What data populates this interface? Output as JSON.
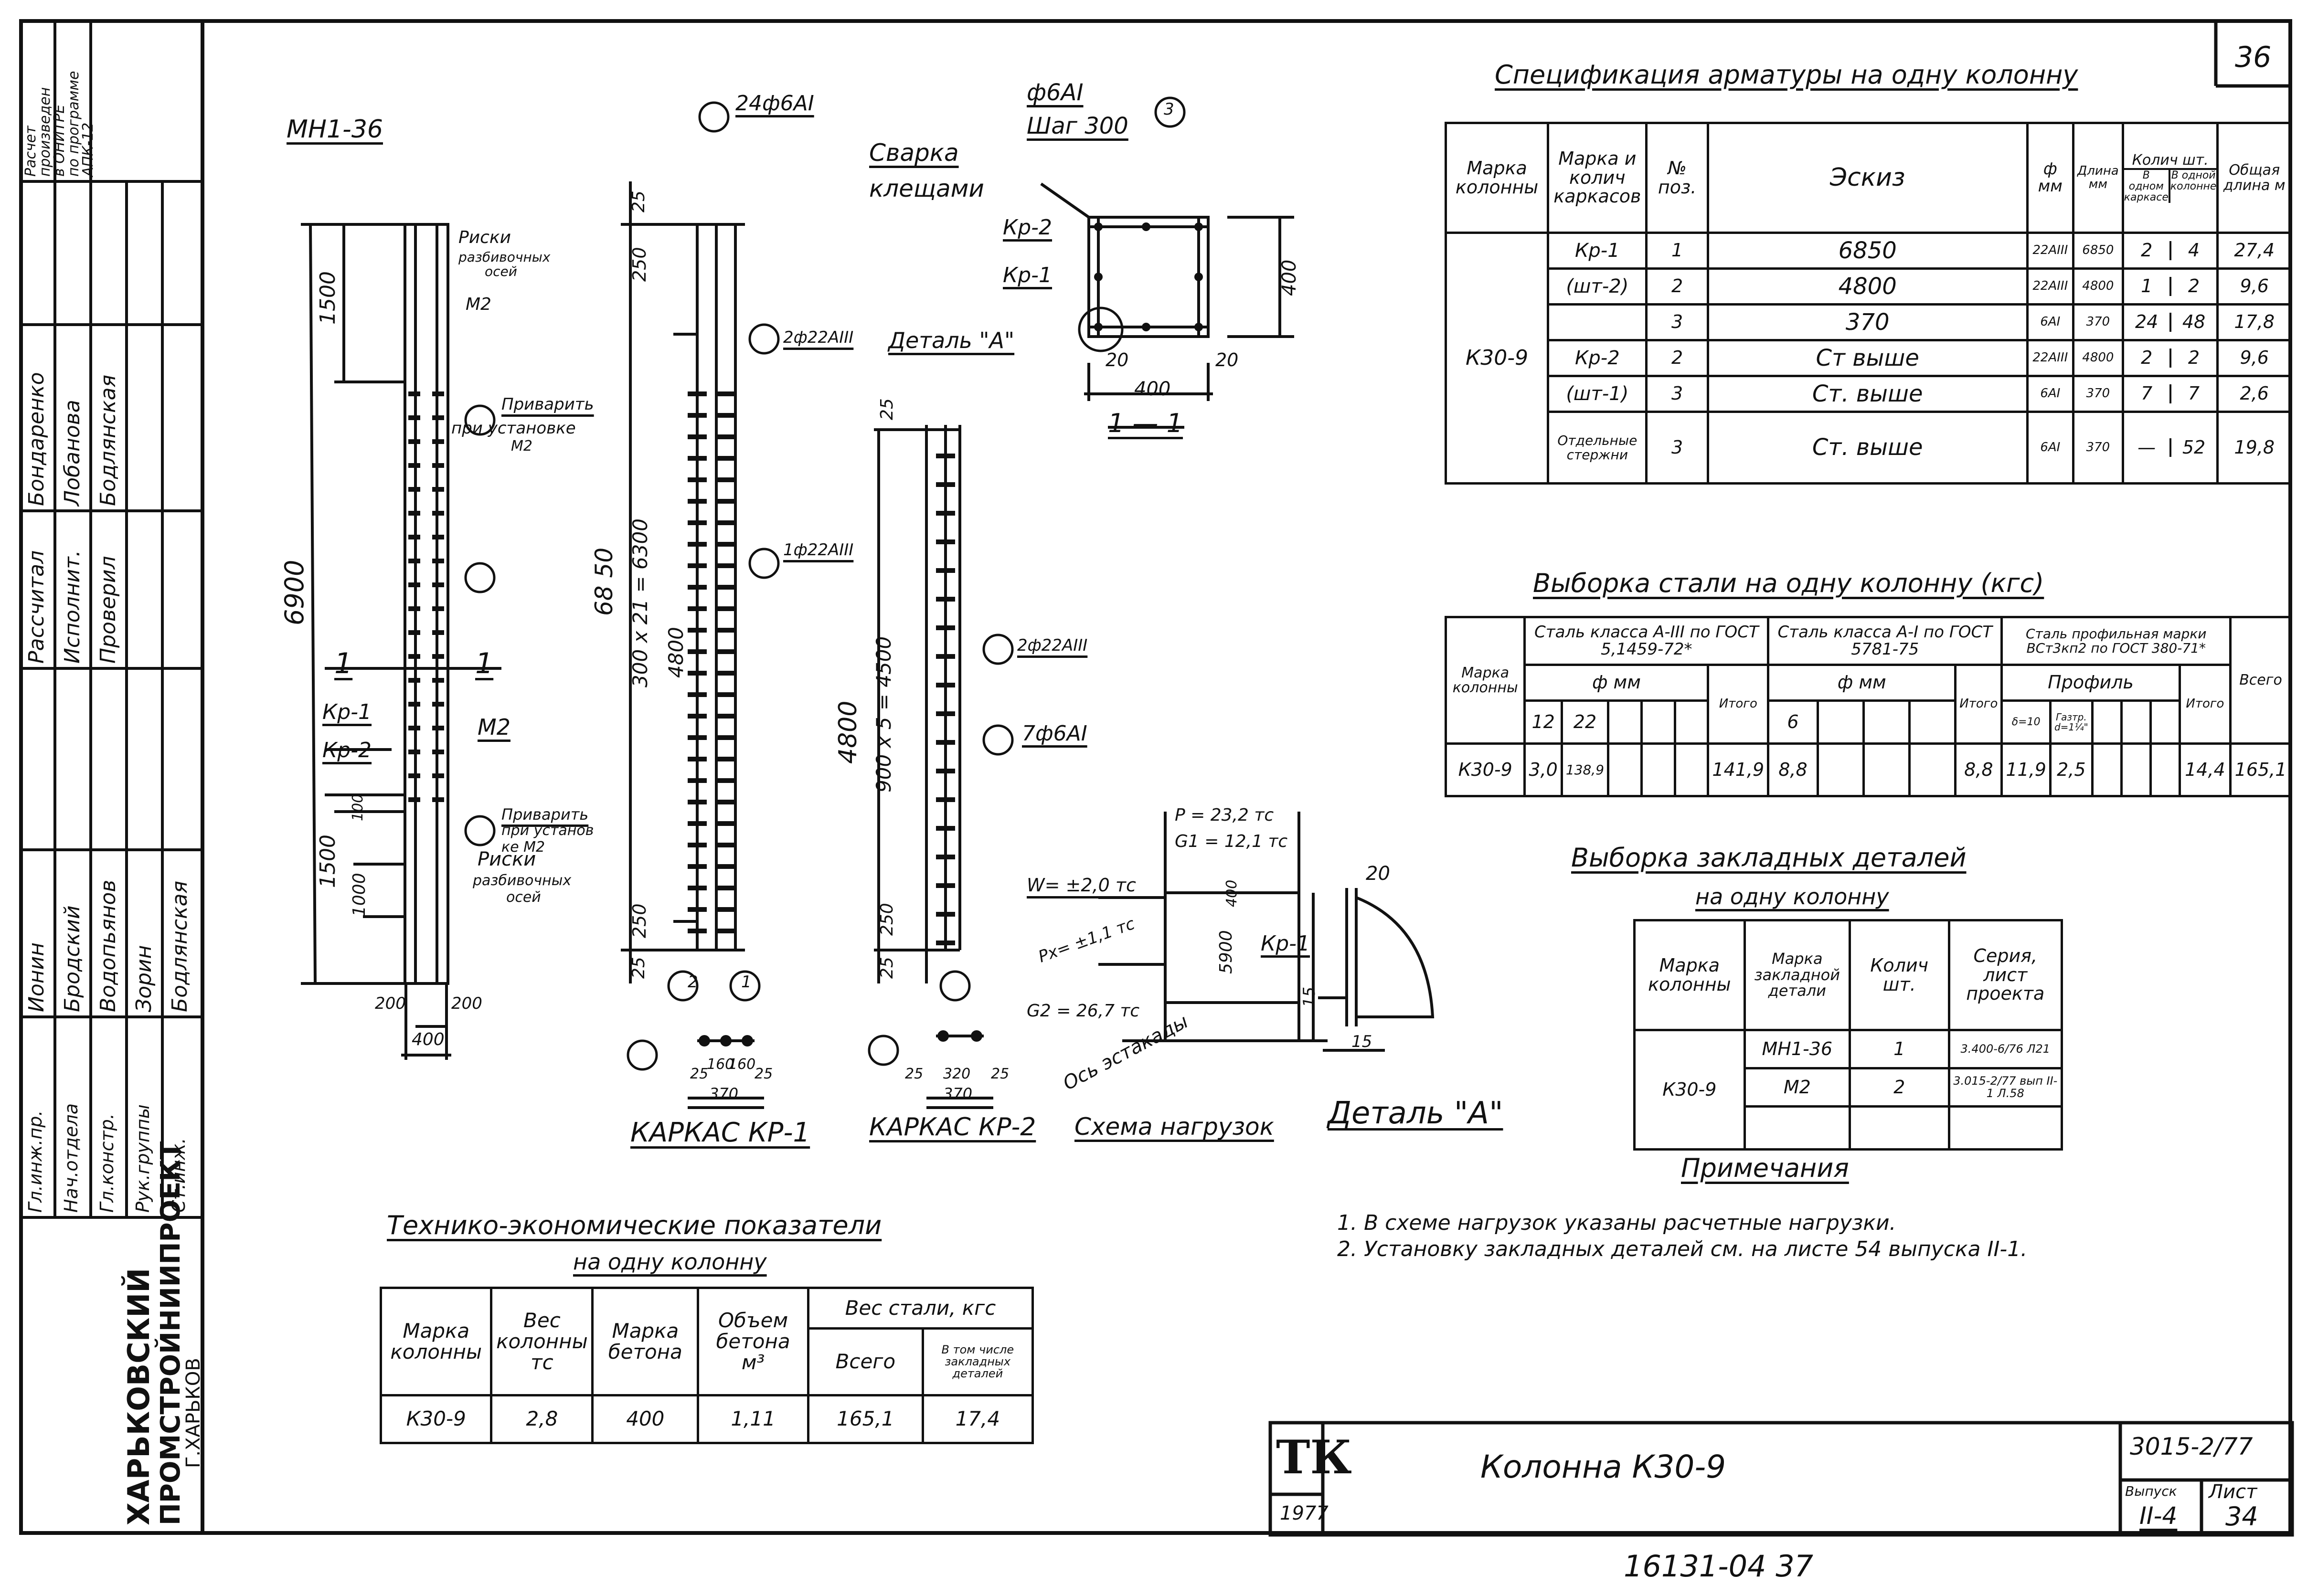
{
  "sheet": {
    "sheet_no_top": "36",
    "bottom_number": "16131-04   37"
  },
  "sidebar": {
    "org_line1": "ХАРЬКОВСКИЙ",
    "org_line2": "ПРОМСТРОЙНИИПРОЕКТ",
    "org_line3": "Г.ХАРЬКОВ",
    "roles": [
      "Гл.инж.пр.",
      "Нач.отдела",
      "Гл.констр.",
      "Рук.группы",
      "Ст.инж."
    ],
    "names_group1": [
      "Ионин",
      "Бродский",
      "Водопьянов",
      "Зорин",
      "Бодлянская"
    ],
    "labels2": [
      "Рассчитал",
      "Исполнит.",
      "Проверил"
    ],
    "names_group2": [
      "Бондаренко",
      "Лобанова",
      "Бодлянская"
    ],
    "calc_note": [
      "Расчет",
      "произведен",
      "в ОНИТРЕ",
      "по программе",
      "АПК-12"
    ]
  },
  "drawing": {
    "col_mark": "МН1-36",
    "col_height": "6900",
    "dim_1500_top": "1500",
    "dim_1500_bot": "1500",
    "dim_1000": "1000",
    "dim_100": "100",
    "dim_200_l": "200",
    "dim_200_r": "200",
    "dim_400_bottom": "400",
    "riski_top": "Риски",
    "riski_top2": "разбивочных",
    "riski_top3": "осей",
    "m2_top": "М2",
    "privar1": "Приварить",
    "privar1b": "при установке",
    "privar1c": "М2",
    "kr1": "Кр-1",
    "kr2": "Кр-2",
    "sec1": "1",
    "sec1b": "1",
    "m2_mid": "М2",
    "privar2": "Приварить",
    "privar2b": "при установ",
    "privar2c": "ке М2",
    "riski_bot": "Риски",
    "riski_bot2": "разбивочных",
    "riski_bot3": "осей",
    "frame_6850": "68 50",
    "frame_300x21": "300 x 21 = 6300",
    "frame_4800": "4800",
    "frame_250a": "250",
    "frame_250b": "250",
    "frame_25a": "25",
    "frame_25b": "25",
    "callout_3_top": "24ф6АI",
    "callout_1": "2ф22АIII",
    "callout_2": "1ф22АIII",
    "kr1_title": "КАРКАС КР-1",
    "kr2_title": "КАРКАС КР-2",
    "kr2_4800": "4800",
    "kr2_900x5": "900 x 5 = 4500",
    "kr2_25": "25",
    "kr2_250": "250",
    "kr2_25b": "25",
    "kr2_callout2": "2ф22АIII",
    "kr2_callout3": "7ф6АI",
    "sec_kr1_dims": [
      "25",
      "160",
      "160",
      "25",
      "370"
    ],
    "sec_kr2_dims": [
      "25",
      "320",
      "25",
      "370"
    ],
    "stirrup1": "ф6АI",
    "stirrup2": "Шаг 300",
    "svarka1": "Сварка",
    "svarka2": "клещами",
    "sec_kr2": "Кр-2",
    "sec_kr1": "Кр-1",
    "detail_a": "Деталь \"А\"",
    "sec_400h": "400",
    "sec_20a": "20",
    "sec_20b": "20",
    "sec_400w": "400",
    "sec_title": "1 — 1",
    "load_title": "Схема нагрузок",
    "load_p": "P = 23,2 тс",
    "load_g1": "G1 = 12,1 тс",
    "load_w": "W= ±2,0 тс",
    "load_px": "Px= ±1,1 тс",
    "load_g2": "G2 = 26,7 тс",
    "load_5900": "5900",
    "load_400": "400",
    "load_axis": "Ось эстакады",
    "detail_title": "Деталь \"А\"",
    "detail_20": "20",
    "detail_15a": "15",
    "detail_15b": "15",
    "detail_kr1": "Кр-1"
  },
  "spec": {
    "title": "Спецификация арматуры    на одну колонну",
    "headers": [
      "Марка колонны",
      "Марка и колич каркасов",
      "№ поз.",
      "Эскиз",
      "ф мм",
      "Длина мм",
      "В одном каркасе",
      "В одной колонне",
      "Общая длина м"
    ],
    "head_kol": "Колич шт.",
    "col_mark": "К30-9",
    "rows": [
      {
        "kark": "Кр-1",
        "poz": "1",
        "sketch": "6850",
        "d": "22АIII",
        "len": "6850",
        "n1": "2",
        "n2": "4",
        "total": "27,4"
      },
      {
        "kark": "(шт-2)",
        "poz": "2",
        "sketch": "4800",
        "d": "22АIII",
        "len": "4800",
        "n1": "1",
        "n2": "2",
        "total": "9,6"
      },
      {
        "kark": "",
        "poz": "3",
        "sketch": "370",
        "d": "6АI",
        "len": "370",
        "n1": "24",
        "n2": "48",
        "total": "17,8"
      },
      {
        "kark": "Кр-2",
        "poz": "2",
        "sketch": "Ст выше",
        "d": "22АIII",
        "len": "4800",
        "n1": "2",
        "n2": "2",
        "total": "9,6"
      },
      {
        "kark": "(шт-1)",
        "poz": "3",
        "sketch": "Ст. выше",
        "d": "6АI",
        "len": "370",
        "n1": "7",
        "n2": "7",
        "total": "2,6"
      },
      {
        "kark": "Отдельные стержни",
        "poz": "3",
        "sketch": "Ст. выше",
        "d": "6АI",
        "len": "370",
        "n1": "—",
        "n2": "52",
        "total": "19,8"
      }
    ]
  },
  "steel": {
    "title": "Выборка стали на одну       колонну (кгс)",
    "h_mark": "Марка колонны",
    "h_a3": "Сталь класса А-III по ГОСТ 5,1459-72*",
    "h_a1": "Сталь класса А-I по ГОСТ 5781-75",
    "h_prof": "Сталь профильная марки ВСт3кп2 по ГОСТ 380-71*",
    "h_fmm1": "ф мм",
    "h_fmm2": "ф мм",
    "h_prof2": "Профиль",
    "h_itogo1": "Итого",
    "h_itogo2": "Итого",
    "h_itogo3": "Итого",
    "h_vsego": "Всего",
    "d12": "12",
    "d22": "22",
    "d6": "6",
    "p1": "δ=10",
    "p2": "Газтр. d=1¼\"",
    "row": {
      "mark": "К30-9",
      "v12": "3,0",
      "v22": "138,9",
      "it1": "141,9",
      "v6": "8,8",
      "it2": "8,8",
      "p1": "11,9",
      "p2": "2,5",
      "it3": "14,4",
      "all": "165,1"
    }
  },
  "embed": {
    "title": "Выборка закладных деталей",
    "subtitle": "на одну колонну",
    "headers": [
      "Марка колонны",
      "Марка закладной детали",
      "Колич шт.",
      "Серия, лист проекта"
    ],
    "mark": "К30-9",
    "rows": [
      {
        "det": "МН1-36",
        "qty": "1",
        "ser": "3.400-6/76 Л21"
      },
      {
        "det": "М2",
        "qty": "2",
        "ser": "3.015-2/77 вып II-1 Л.58"
      }
    ]
  },
  "notes": {
    "title": "Примечания",
    "lines": [
      "1. В схеме нагрузок указаны расчетные нагрузки.",
      "2. Установку закладных деталей см. на листе 54 выпуска II-1."
    ]
  },
  "tei": {
    "title": "Технико-экономические    показатели",
    "subtitle": "на одну колонну",
    "h_mark": "Марка колонны",
    "h_weight": "Вес колонны тс",
    "h_concrete": "Марка бетона",
    "h_volume": "Объем бетона м³",
    "h_steel": "Вес стали, кгс",
    "h_all": "Всего",
    "h_incl": "В том числе закладных деталей",
    "row": {
      "mark": "К30-9",
      "weight": "2,8",
      "concrete": "400",
      "volume": "1,11",
      "all": "165,1",
      "incl": "17,4"
    }
  },
  "stamp": {
    "logo": "ТК",
    "year": "1977",
    "title": "Колонна К30-9",
    "series": "3015-2/77",
    "vyp_label": "Выпуск",
    "list_label": "Лист",
    "vyp": "II-4",
    "list": "34"
  }
}
